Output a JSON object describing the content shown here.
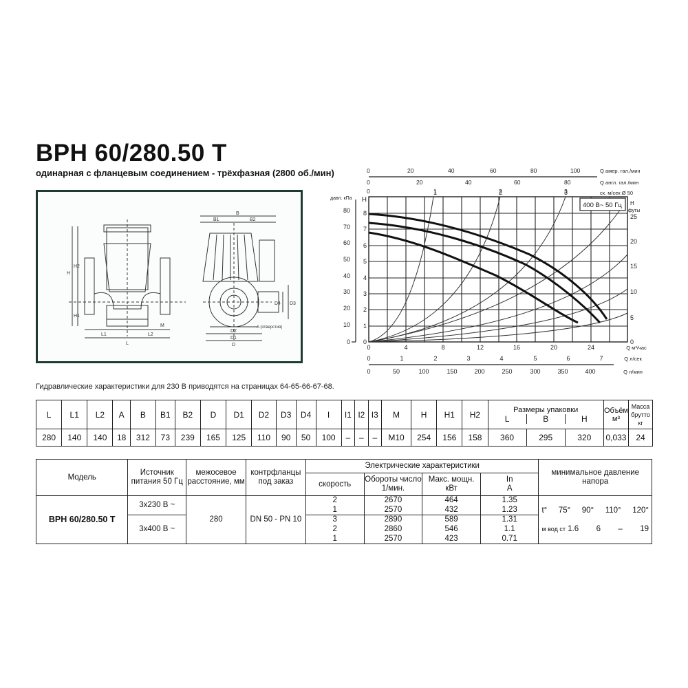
{
  "header": {
    "title": "BPH 60/280.50 T",
    "subtitle": "одинарная с фланцевым соединением - трёхфазная (2800 об./мин)"
  },
  "drawing": {
    "labels": [
      "H",
      "H2",
      "H1",
      "L1",
      "L2",
      "L",
      "M",
      "B",
      "B1",
      "B2",
      "D",
      "D1",
      "D2",
      "D3",
      "D4",
      "A (отверстия)"
    ]
  },
  "note": "Гидравлические характеристики для 230 В приводятся на страницах 64-65-66-67-68.",
  "dimensions_table": {
    "headers": [
      "L",
      "L1",
      "L2",
      "A",
      "B",
      "B1",
      "B2",
      "D",
      "D1",
      "D2",
      "D3",
      "D4",
      "I",
      "I1",
      "I2",
      "I3",
      "M",
      "H",
      "H1",
      "H2"
    ],
    "packaging_header": "Размеры упаковки",
    "packaging_sub": [
      "L",
      "B",
      "H"
    ],
    "volume_header": "Объём м³",
    "mass_header": "Масса брутто кг",
    "values": [
      "280",
      "140",
      "140",
      "18",
      "312",
      "73",
      "239",
      "165",
      "125",
      "110",
      "90",
      "50",
      "100",
      "–",
      "–",
      "–",
      "M10",
      "254",
      "156",
      "158"
    ],
    "packaging_values": [
      "360",
      "295",
      "320"
    ],
    "volume_value": "0,033",
    "mass_value": "24"
  },
  "model_table": {
    "headers": {
      "model": "Модель",
      "source": "Источник питания 50 Гц",
      "distance": "межосевое расстояние, мм",
      "flanges": "контрфланцы под заказ",
      "electric": "Электрические характеристики",
      "speed": "скорость",
      "rpm": "Обороты число 1/мин.",
      "power": "Макс. мощн. кВт",
      "current_top": "In",
      "current_bottom": "A",
      "min_pressure": "минимальное давление напора"
    },
    "model": "BPH 60/280.50 T",
    "distance": "280",
    "flanges": "DN 50 - PN 10",
    "groups": [
      {
        "source": "3x230 В ~",
        "rows": [
          {
            "speed": "2",
            "rpm": "2670",
            "power": "464",
            "current": "1.35"
          },
          {
            "speed": "1",
            "rpm": "2570",
            "power": "432",
            "current": "1.23"
          }
        ]
      },
      {
        "source": "3x400 В ~",
        "rows": [
          {
            "speed": "3",
            "rpm": "2890",
            "power": "589",
            "current": "1.31"
          },
          {
            "speed": "2",
            "rpm": "2860",
            "power": "546",
            "current": "1.1"
          },
          {
            "speed": "1",
            "rpm": "2570",
            "current": "0.71",
            "power": "423"
          }
        ]
      }
    ],
    "min_pressure": {
      "temp_label": "t°",
      "temps": [
        "75°",
        "90°",
        "110°",
        "120°"
      ],
      "value_label": "м вод ст",
      "values": [
        "1.6",
        "6",
        "–",
        "19"
      ]
    }
  },
  "chart_data": {
    "type": "line",
    "title": "400 В~ 50 Гц",
    "xlabel": "Q м³/час",
    "ylabel": "H м",
    "xlim": [
      0,
      28
    ],
    "ylim": [
      0,
      9
    ],
    "x_ticks": [
      0,
      4,
      8,
      12,
      16,
      20,
      24
    ],
    "y_ticks": [
      0,
      1,
      2,
      3,
      4,
      5,
      6,
      7,
      8
    ],
    "grid": true,
    "secondary_axes": {
      "left_kpa": {
        "label": "давл. кПа",
        "ticks": [
          0,
          10,
          20,
          30,
          40,
          50,
          60,
          70,
          80
        ]
      },
      "right_feet": {
        "label": "H футы",
        "ticks": [
          0,
          5,
          10,
          15,
          20,
          25
        ]
      },
      "top_us_gpm": {
        "label": "Q амер. гал./мин",
        "ticks": [
          0,
          20,
          40,
          60,
          80,
          100
        ]
      },
      "top_imp_gpm": {
        "label": "Q англ. гал./мин",
        "ticks": [
          0,
          20,
          40,
          60,
          80
        ]
      },
      "top_velocity": {
        "label": "ск. м/сек Ø 50",
        "ticks": [
          0,
          1,
          2,
          3
        ]
      },
      "bottom_ls": {
        "label": "Q л/сек",
        "ticks": [
          0,
          1,
          2,
          3,
          4,
          5,
          6,
          7
        ]
      },
      "bottom_lmin": {
        "label": "Q л/мин",
        "ticks": [
          0,
          50,
          100,
          150,
          200,
          250,
          300,
          350,
          400
        ]
      }
    },
    "series": [
      {
        "name": "speed 3",
        "x": [
          0,
          4,
          8,
          12,
          16,
          20,
          24,
          25.5
        ],
        "y": [
          7.95,
          7.7,
          7.2,
          6.4,
          5.3,
          3.9,
          2.1,
          1.4
        ]
      },
      {
        "name": "speed 2",
        "x": [
          0,
          4,
          8,
          12,
          16,
          20,
          24,
          25
        ],
        "y": [
          7.4,
          7.1,
          6.5,
          5.6,
          4.5,
          3.0,
          1.5,
          1.2
        ]
      },
      {
        "name": "speed 1",
        "x": [
          0,
          4,
          8,
          12,
          16,
          20,
          22.5
        ],
        "y": [
          6.8,
          6.3,
          5.3,
          4.2,
          3.0,
          1.8,
          1.2
        ]
      }
    ]
  }
}
